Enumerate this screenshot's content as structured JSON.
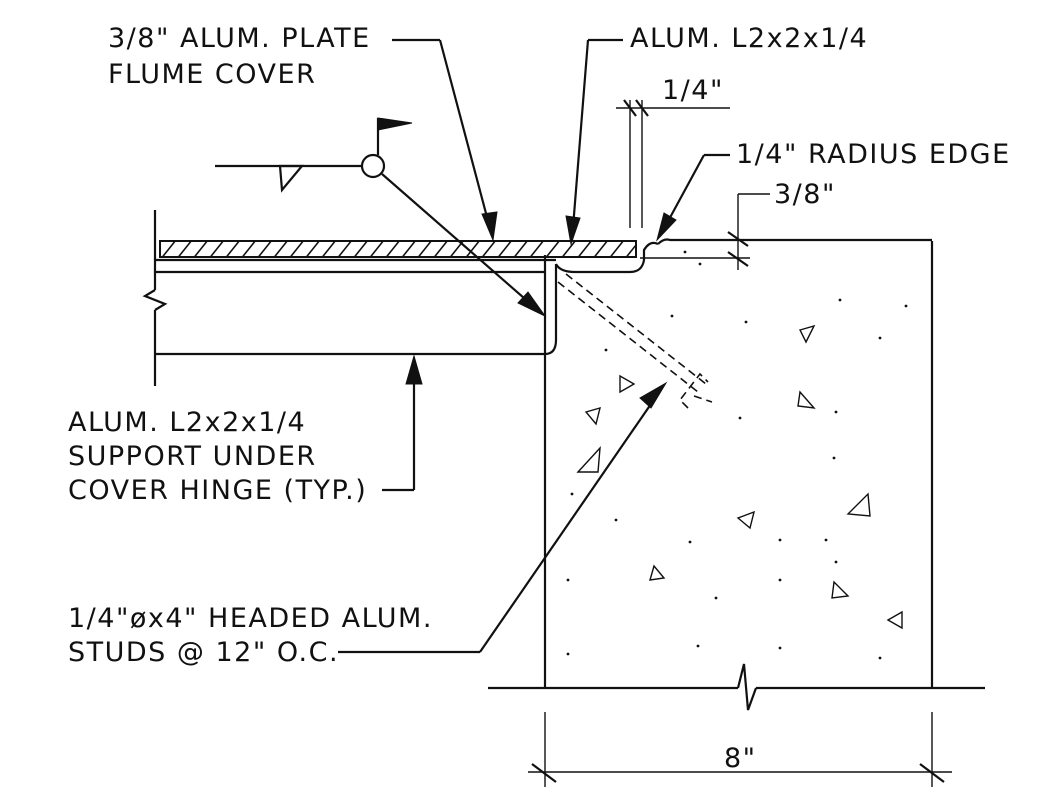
{
  "labels": {
    "cover_plate_line1": "3/8\" ALUM. PLATE",
    "cover_plate_line2": "FLUME COVER",
    "top_angle": "ALUM. L2x2x1/4",
    "gap_dim": "1/4\"",
    "radius_edge": "1/4\" RADIUS EDGE",
    "plate_thickness_dim": "3/8\"",
    "support_angle_line1": "ALUM. L2x2x1/4",
    "support_angle_line2": "SUPPORT UNDER",
    "support_angle_line3": "COVER HINGE (TYP.)",
    "studs_line1": "1/4\"øx4\" HEADED ALUM.",
    "studs_line2": "STUDS @ 12\" O.C.",
    "wall_width_dim": "8\""
  },
  "colors": {
    "linework": "#111111",
    "background": "#ffffff"
  }
}
